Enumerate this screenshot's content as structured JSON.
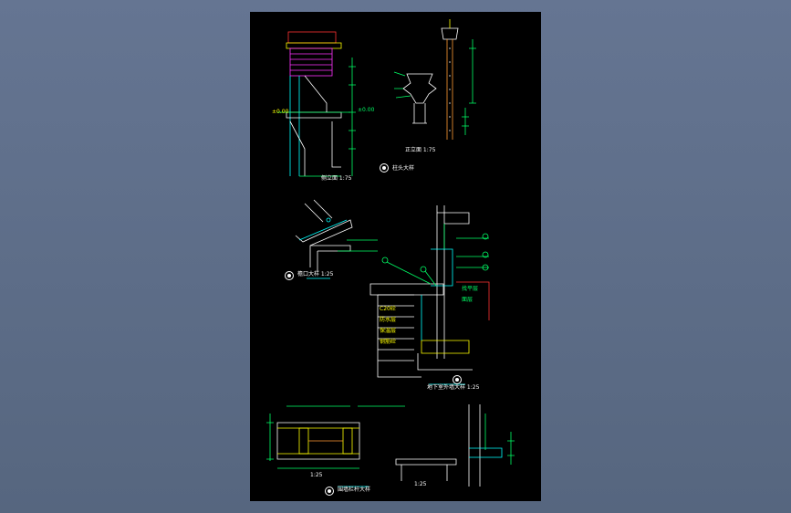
{
  "colors": {
    "background": "#5f6f8b",
    "sheet": "#000000",
    "yellow": "#ffff00",
    "green": "#00ff66",
    "cyan": "#00ffff",
    "white": "#ffffff",
    "red": "#ff3333",
    "magenta": "#ff33ff"
  },
  "titles": {
    "section_a": "侧立面 1:75",
    "section_b": "正立面 1:75",
    "detail_b": "柱头大样",
    "detail_c": "檐口大样 1:25",
    "detail_d": "地下室外墙大样 1:25",
    "detail_e": "围墙栏杆大样",
    "scale_e1": "1:25",
    "scale_e2": "1:25"
  },
  "notes": {
    "n1": "±0.00",
    "n2": "±0.00",
    "n3": "C20砼",
    "n4": "防水层",
    "n5": "保温层",
    "n6": "钢筋砼",
    "n7": "找平层",
    "n8": "面层"
  }
}
